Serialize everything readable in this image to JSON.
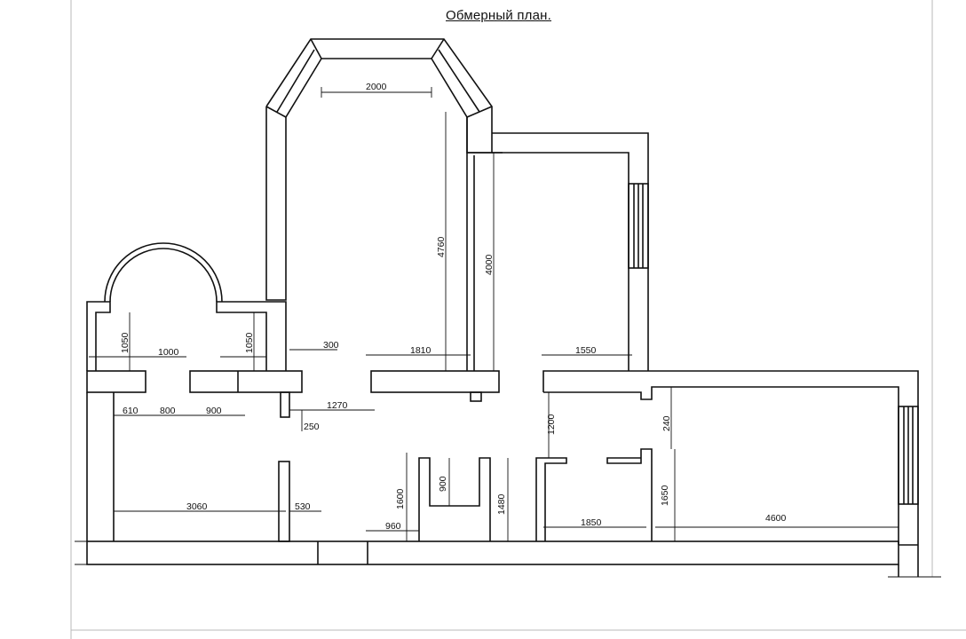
{
  "title": "Обмерный план.",
  "dimensions": {
    "bay_width": "2000",
    "tall_room_height": "4760",
    "right_room_height": "4000",
    "balcony_depth_left": "1050",
    "balcony_depth_right": "1050",
    "balcony_width": "1000",
    "opening_300": "300",
    "wall_1810": "1810",
    "wall_1550": "1550",
    "seg_610": "610",
    "seg_800": "800",
    "seg_900": "900",
    "seg_1270": "1270",
    "seg_250": "250",
    "len_3060": "3060",
    "len_530": "530",
    "len_960": "960",
    "niche_1600": "1600",
    "niche_900": "900",
    "niche_1480": "1480",
    "depth_1200": "1200",
    "depth_240": "240",
    "depth_1650": "1650",
    "len_1850": "1850",
    "len_4600": "4600"
  },
  "colors": {
    "ink": "#111111",
    "frame": "#b8b8b8"
  }
}
